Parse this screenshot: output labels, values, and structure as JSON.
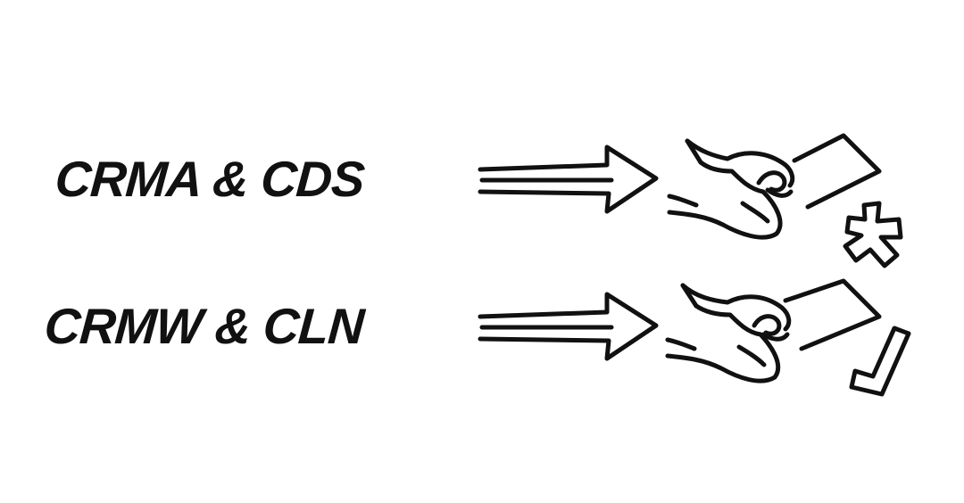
{
  "rows": [
    {
      "label": "CRMA & CDS",
      "outcome": "rejected",
      "outcome_icon": "cross-icon"
    },
    {
      "label": "CRMW & CLN",
      "outcome": "accepted",
      "outcome_icon": "check-icon"
    }
  ],
  "colors": {
    "ink": "#111111",
    "background": "#ffffff"
  }
}
